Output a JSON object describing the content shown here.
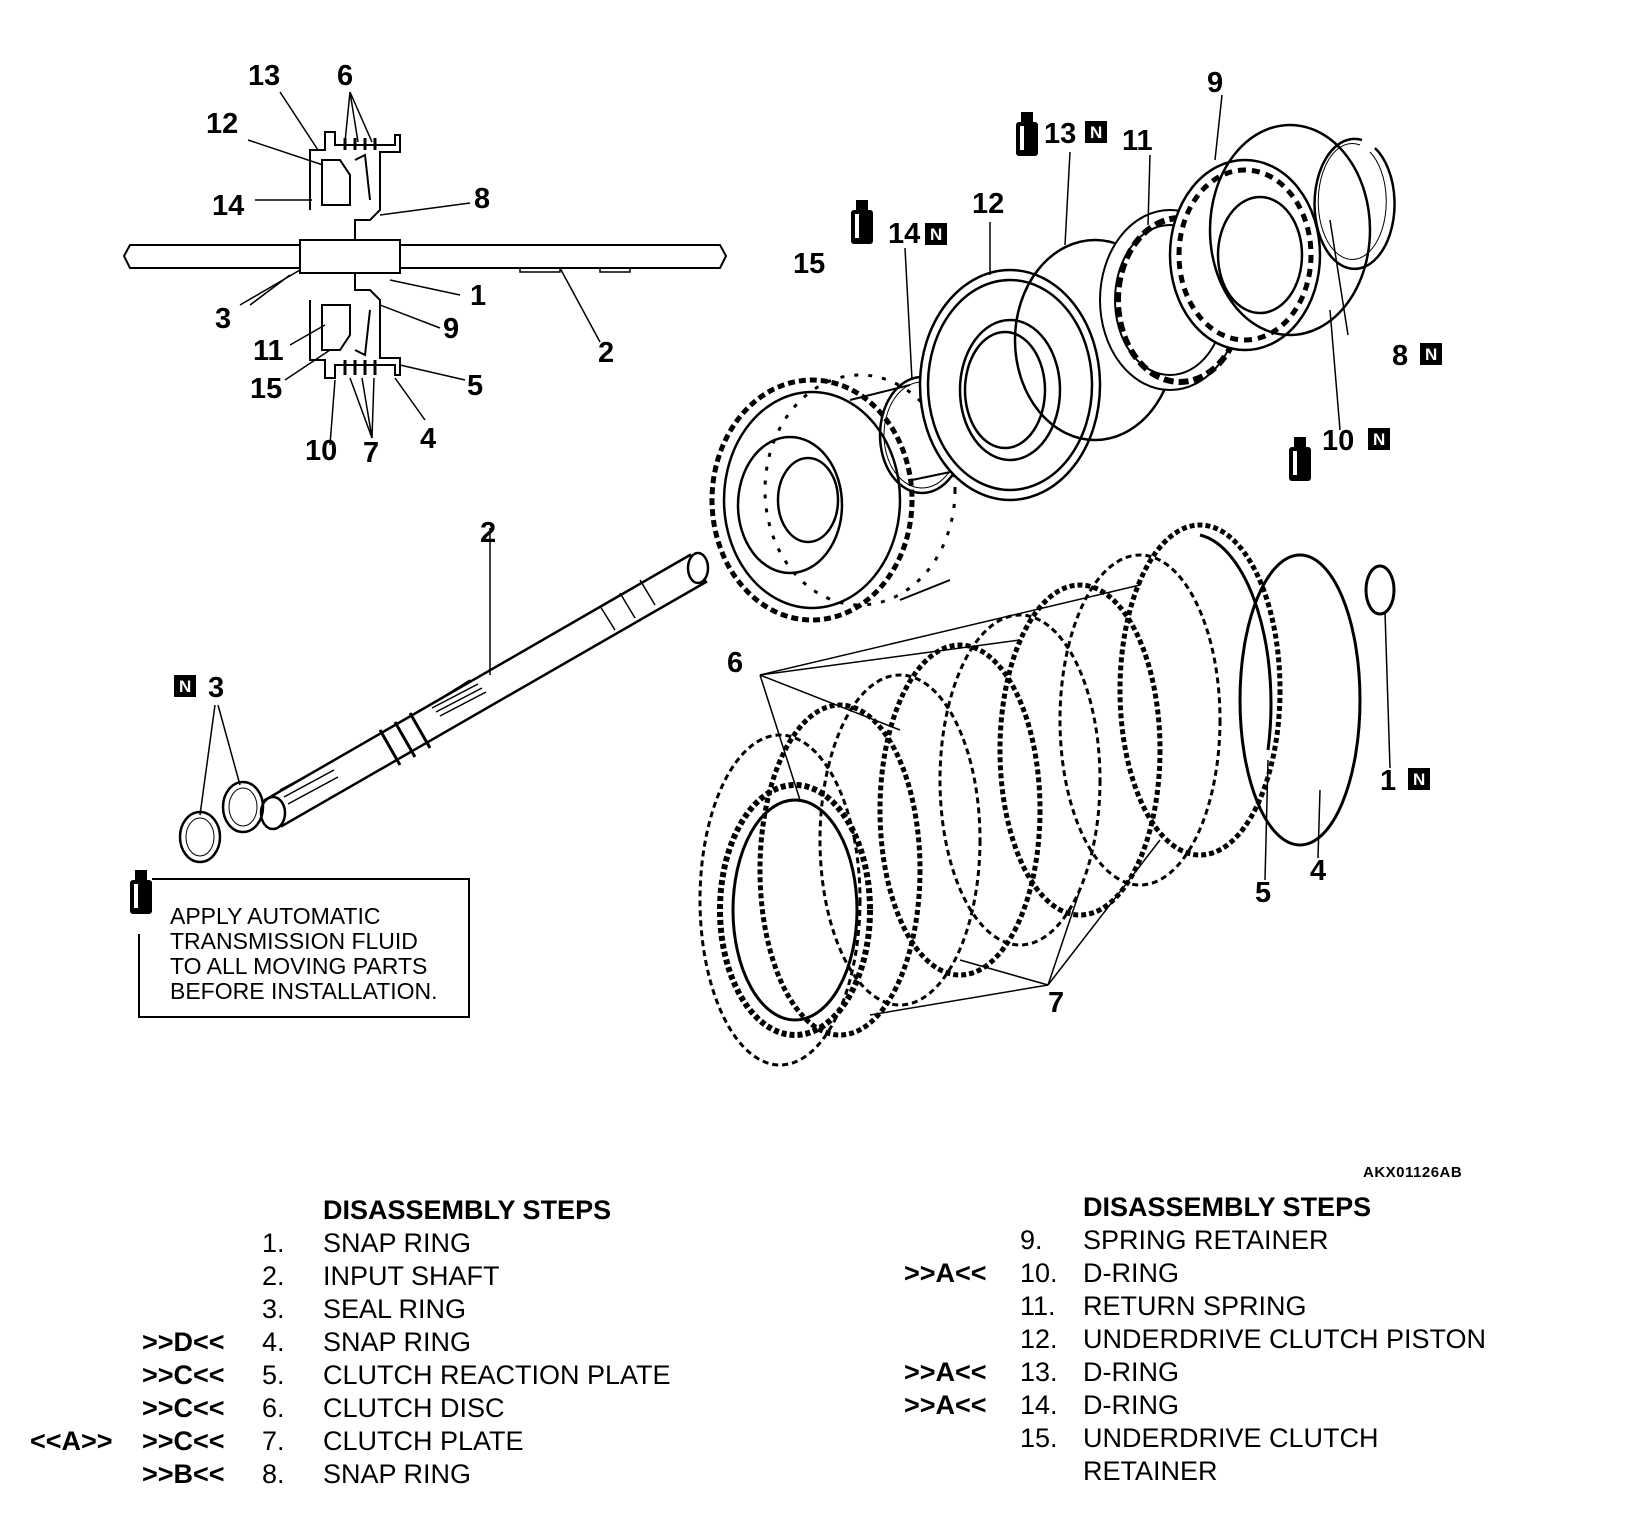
{
  "figure_id": "AKX01126AB",
  "callouts": {
    "c13": "13",
    "c6": "6",
    "c12": "12",
    "c14": "14",
    "c8": "8",
    "c1": "1",
    "c3": "3",
    "c9": "9",
    "c2": "2",
    "c11": "11",
    "c15": "15",
    "c5": "5",
    "c10": "10",
    "c7": "7",
    "c4": "4",
    "e9": "9",
    "e13": "13",
    "e11": "11",
    "e12": "12",
    "e14": "14",
    "e15": "15",
    "e8": "8",
    "e10": "10",
    "e2": "2",
    "e3": "3",
    "e6": "6",
    "e1": "1",
    "e5": "5",
    "e4": "4",
    "e7": "7"
  },
  "new_part_mark": "N",
  "note_lines": [
    "APPLY AUTOMATIC",
    "TRANSMISSION FLUID",
    "TO ALL MOVING PARTS",
    "BEFORE INSTALLATION."
  ],
  "steps_left": {
    "heading": "DISASSEMBLY STEPS",
    "rows": [
      {
        "a": "",
        "b": "",
        "num": "1.",
        "name": "SNAP RING"
      },
      {
        "a": "",
        "b": "",
        "num": "2.",
        "name": "INPUT SHAFT"
      },
      {
        "a": "",
        "b": "",
        "num": "3.",
        "name": "SEAL RING"
      },
      {
        "a": "",
        "b": ">>D<<",
        "num": "4.",
        "name": "SNAP RING"
      },
      {
        "a": "",
        "b": ">>C<<",
        "num": "5.",
        "name": "CLUTCH REACTION PLATE"
      },
      {
        "a": "",
        "b": ">>C<<",
        "num": "6.",
        "name": "CLUTCH DISC"
      },
      {
        "a": "<<A>>",
        "b": ">>C<<",
        "num": "7.",
        "name": "CLUTCH PLATE"
      },
      {
        "a": "",
        "b": ">>B<<",
        "num": "8.",
        "name": "SNAP RING"
      }
    ]
  },
  "steps_right": {
    "heading": "DISASSEMBLY STEPS",
    "rows": [
      {
        "b": "",
        "num": "9.",
        "name": "SPRING RETAINER"
      },
      {
        "b": ">>A<<",
        "num": "10.",
        "name": "D-RING"
      },
      {
        "b": "",
        "num": "11.",
        "name": "RETURN SPRING"
      },
      {
        "b": "",
        "num": "12.",
        "name": "UNDERDRIVE CLUTCH PISTON"
      },
      {
        "b": ">>A<<",
        "num": "13.",
        "name": "D-RING"
      },
      {
        "b": ">>A<<",
        "num": "14.",
        "name": "D-RING"
      },
      {
        "b": "",
        "num": "15.",
        "name": "UNDERDRIVE CLUTCH"
      },
      {
        "b": "",
        "num": "",
        "name": "RETAINER"
      }
    ]
  }
}
